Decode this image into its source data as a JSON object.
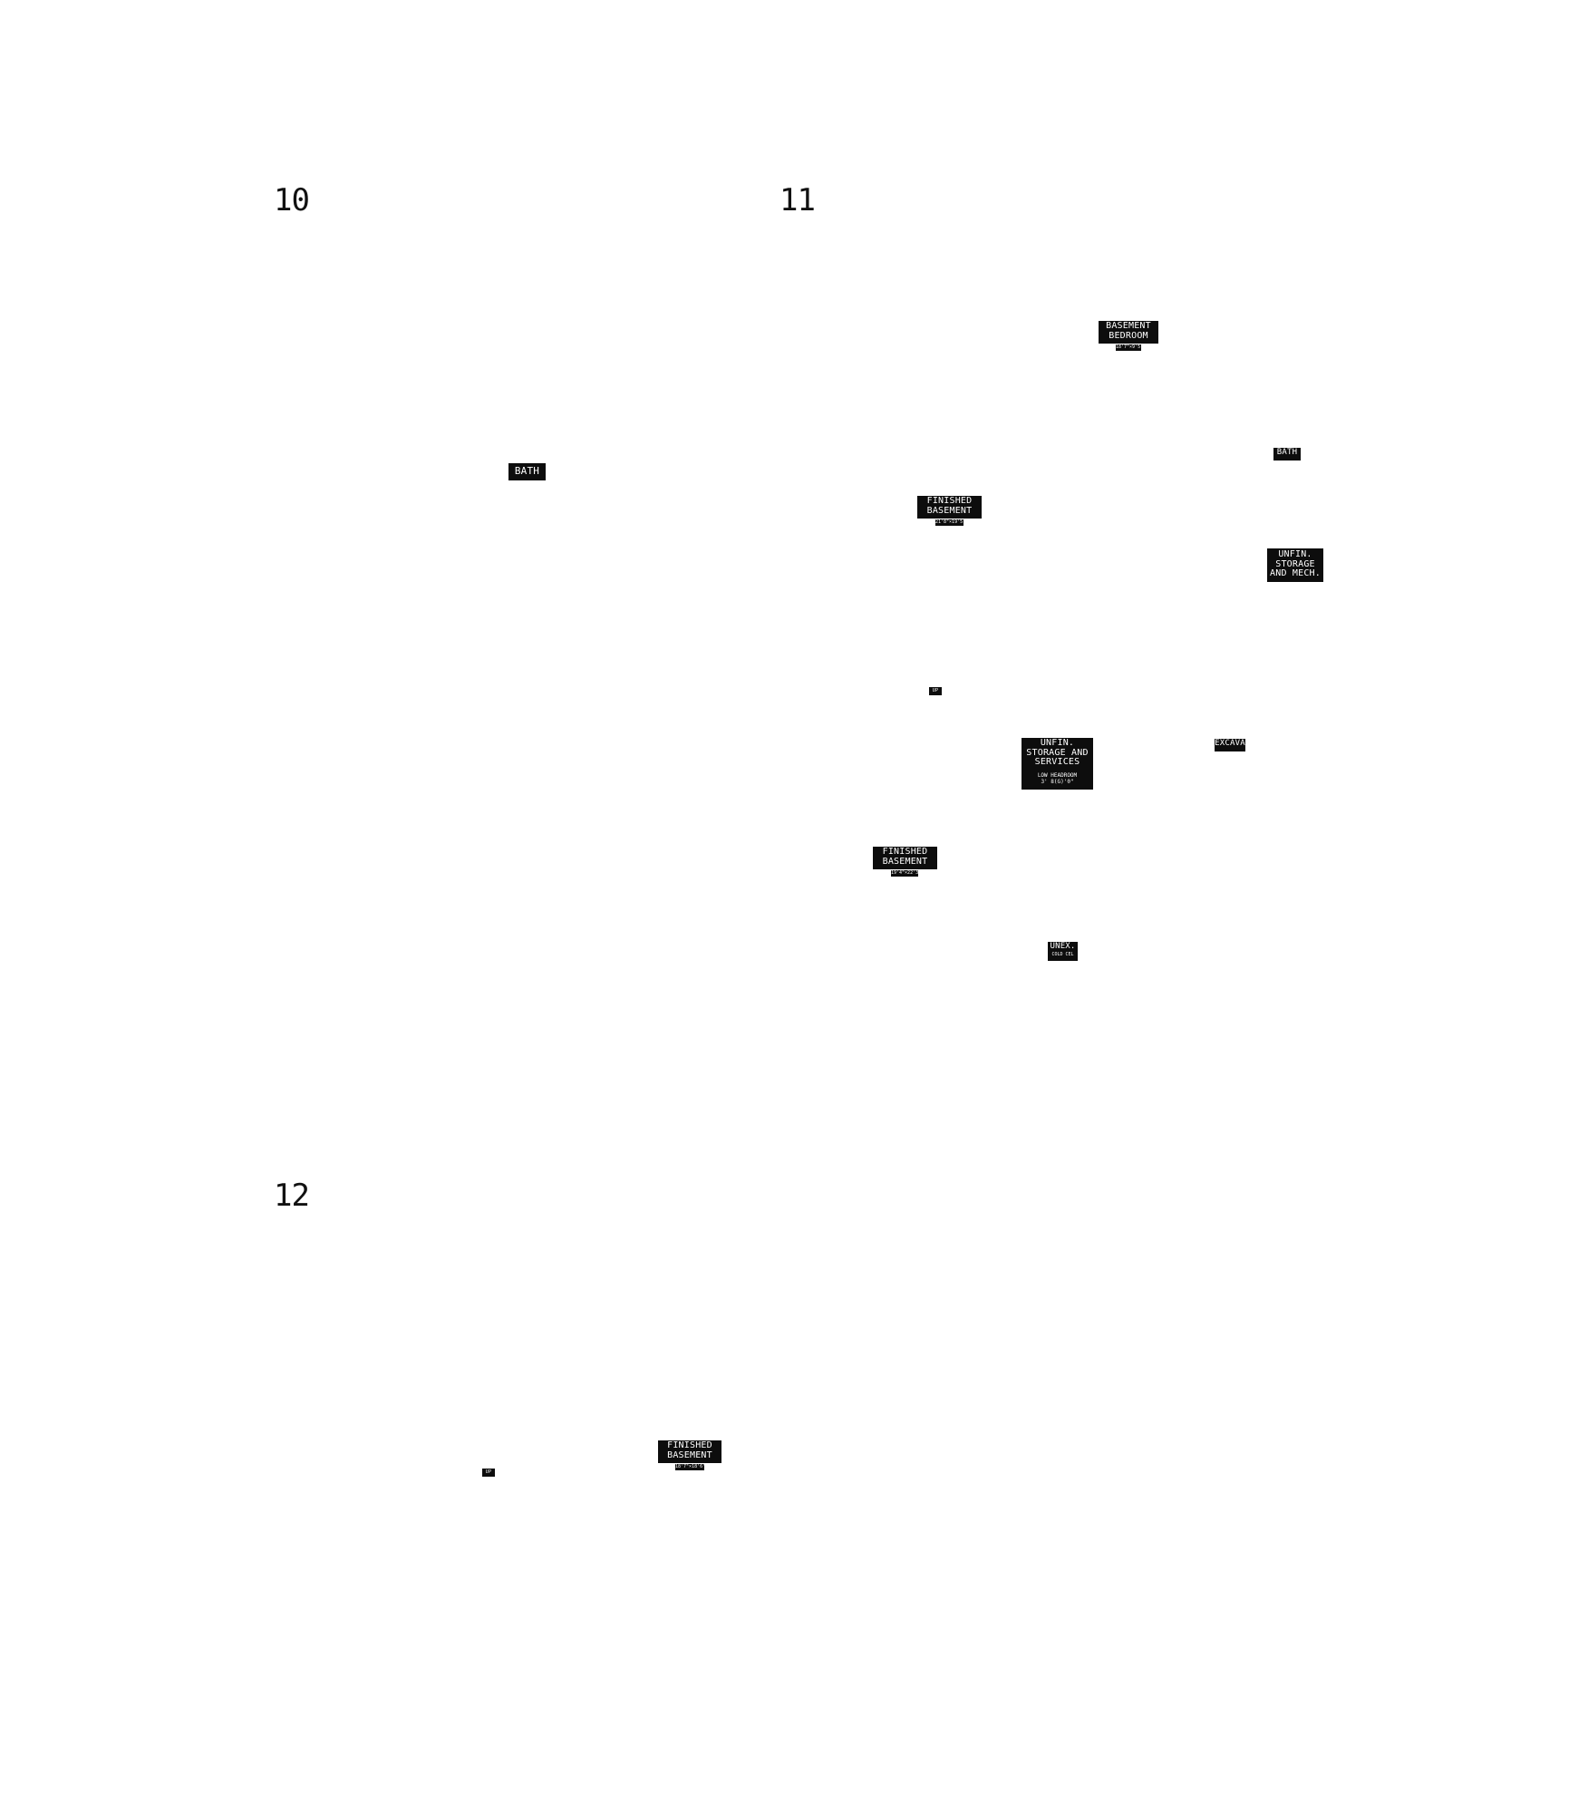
{
  "plans": {
    "p10": {
      "number": "10"
    },
    "p11": {
      "number": "11"
    },
    "p12": {
      "number": "12"
    }
  },
  "rooms": {
    "p10_bath": {
      "label": "BATH"
    },
    "p11_basement_bedroom": {
      "line1": "BASEMENT",
      "line2": "BEDROOM",
      "dims": "18'7\"×9'5\""
    },
    "p11_bath": {
      "label": "BATH"
    },
    "p11_finished_basement_top": {
      "line1": "FINISHED",
      "line2": "BASEMENT",
      "dims": "21'8\"×19'5\""
    },
    "p11_unfin_storage_mech": {
      "line1": "UNFIN.",
      "line2": "STORAGE",
      "line3": "AND MECH."
    },
    "p11_up": {
      "label": "UP"
    },
    "p11_unfin_storage_services": {
      "line1": "UNFIN.",
      "line2": "STORAGE AND",
      "line3": "SERVICES",
      "note1": "LOW HEADROOM",
      "note2": "3' 8(G)'0\""
    },
    "p11_excava": {
      "label": "EXCAVA"
    },
    "p11_finished_basement_bottom": {
      "line1": "FINISHED",
      "line2": "BASEMENT",
      "dims": "19'4\"×22'3\""
    },
    "p11_unex": {
      "line1": "UNEX.",
      "line2": "COLD CEL"
    },
    "p12_up": {
      "label": "UP"
    },
    "p12_finished_basement": {
      "line1": "FINISHED",
      "line2": "BASEMENT",
      "dims": "18'7\"×18'6\""
    }
  }
}
